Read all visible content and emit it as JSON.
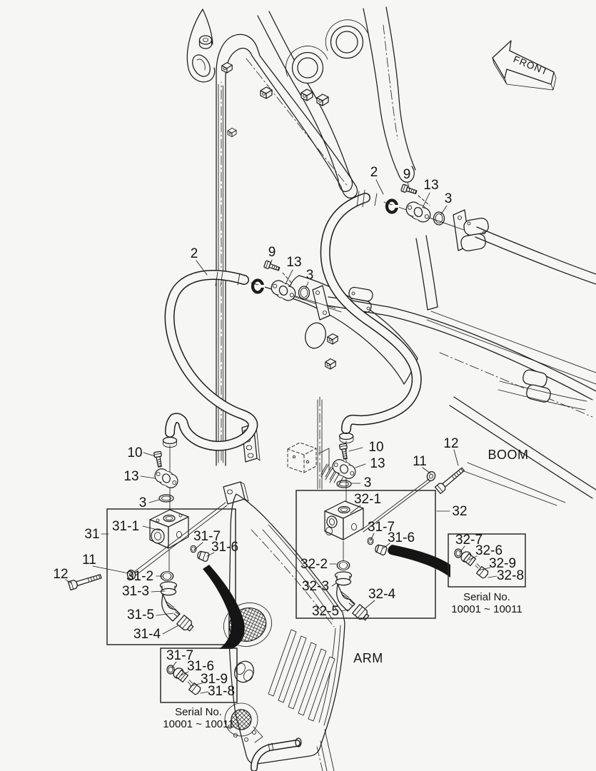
{
  "document": {
    "type": "exploded-parts-diagram",
    "subject": "Boom / Arm hydraulic piping"
  },
  "labels": {
    "front": "FRONT",
    "boom": "BOOM",
    "arm": "ARM",
    "serial_title": "Serial No.",
    "serial_range": "10001 ~ 10011"
  },
  "callouts": {
    "2": "2",
    "3": "3",
    "9": "9",
    "10": "10",
    "11": "11",
    "12": "12",
    "13": "13",
    "31": "31",
    "31-1": "31-1",
    "31-2": "31-2",
    "31-3": "31-3",
    "31-4": "31-4",
    "31-5": "31-5",
    "31-6": "31-6",
    "31-7": "31-7",
    "31-8": "31-8",
    "31-9": "31-9",
    "32": "32",
    "32-1": "32-1",
    "32-2": "32-2",
    "32-3": "32-3",
    "32-4": "32-4",
    "32-5": "32-5",
    "32-6": "32-6",
    "32-7": "32-7",
    "32-8": "32-8",
    "32-9": "32-9"
  },
  "groups": {
    "box31": {
      "label": "31",
      "contains": [
        "31-1",
        "31-2",
        "31-3",
        "31-4",
        "31-5",
        "31-6",
        "31-7"
      ]
    },
    "box32": {
      "label": "32",
      "contains": [
        "32-1",
        "32-2",
        "32-3",
        "32-4",
        "32-5",
        "31-6",
        "31-7"
      ]
    },
    "serial_box_31": {
      "contains": [
        "31-7",
        "31-6",
        "31-9",
        "31-8"
      ],
      "note_title": "Serial No.",
      "note_range": "10001 ~ 10011"
    },
    "serial_box_32": {
      "contains": [
        "32-7",
        "32-6",
        "32-9",
        "32-8"
      ],
      "note_title": "Serial No.",
      "note_range": "10001 ~ 10011"
    }
  }
}
